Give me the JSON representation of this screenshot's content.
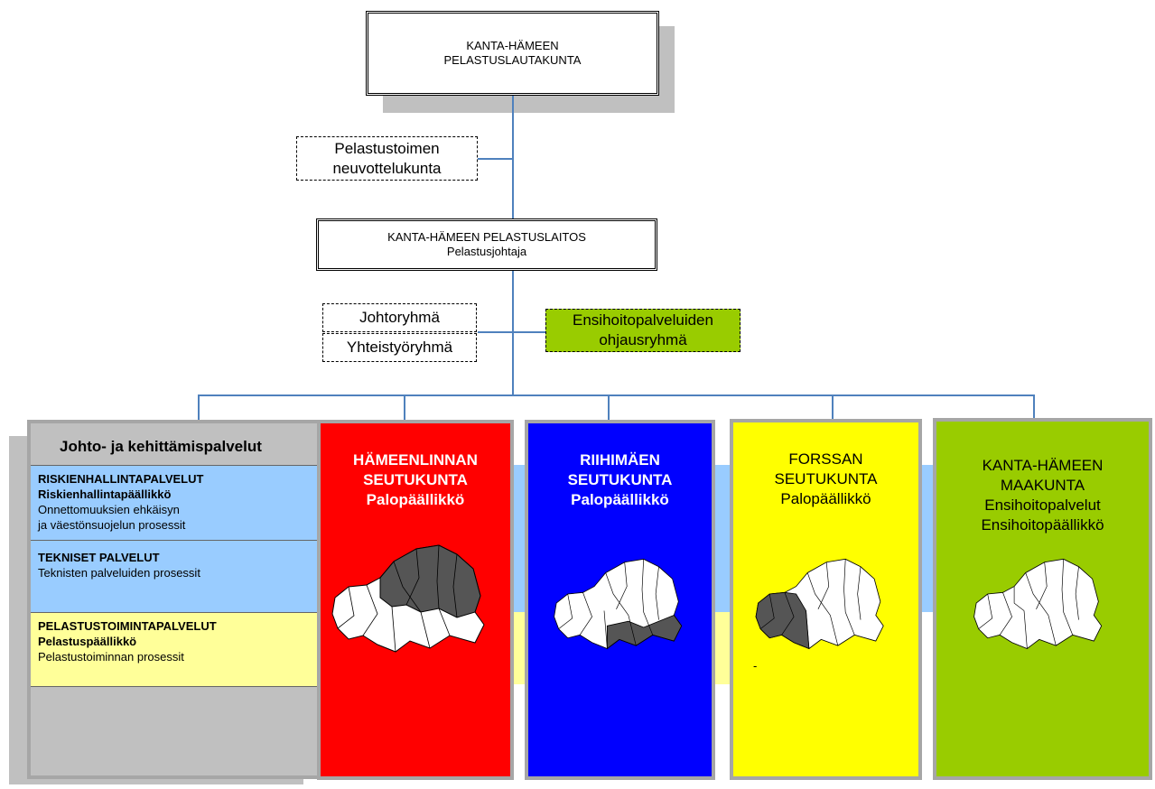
{
  "top_box": {
    "line1": "KANTA-HÄMEEN",
    "line2": "PELASTUSLAUTAKUNTA"
  },
  "negotiation": {
    "line1": "Pelastustoimen",
    "line2": "neuvottelukunta"
  },
  "rescue_dept": {
    "line1": "KANTA-HÄMEEN PELASTUSLAITOS",
    "line2": "Pelastusjohtaja"
  },
  "groups": {
    "management": "Johtoryhmä",
    "cooperation": "Yhteistyöryhmä"
  },
  "ems_group": {
    "line1": "Ensihoitopalveluiden",
    "line2": "ohjausryhmä",
    "color": "#99cc00"
  },
  "services": {
    "title": "Johto- ja kehittämispalvelut",
    "risk": {
      "heading": "RISKIENHALLINTAPALVELUT",
      "sub": "Riskienhallintapäällikkö",
      "line1": "Onnettomuuksien ehkäisyn",
      "line2": "ja väestönsuojelun prosessit",
      "color": "#99ccff"
    },
    "tech": {
      "heading": "TEKNISET PALVELUT",
      "line1": "Teknisten palveluiden prosessit",
      "color": "#99ccff"
    },
    "rescue": {
      "heading": "PELASTUSTOIMINTAPALVELUT",
      "sub": "Pelastuspäällikkö",
      "line1": "Pelastustoiminnan prosessit",
      "color": "#ffff99"
    }
  },
  "regions": [
    {
      "line1": "HÄMEENLINNAN",
      "line2": "SEUTUKUNTA",
      "line3": "Palopäällikkö",
      "color": "#ff0000"
    },
    {
      "line1": "RIIHIMÄEN",
      "line2": "SEUTUKUNTA",
      "line3": "Palopäällikkö",
      "color": "#0000ff"
    },
    {
      "line1": "FORSSAN",
      "line2": "SEUTUKUNTA",
      "line3": "Palopäällikkö",
      "color": "#ffff00",
      "mark": "-"
    },
    {
      "line1": "KANTA-HÄMEEN",
      "line2": "MAAKUNTA",
      "line3": "Ensihoitopalvelut",
      "line4": "Ensihoitopäällikkö",
      "color": "#99cc00"
    }
  ]
}
